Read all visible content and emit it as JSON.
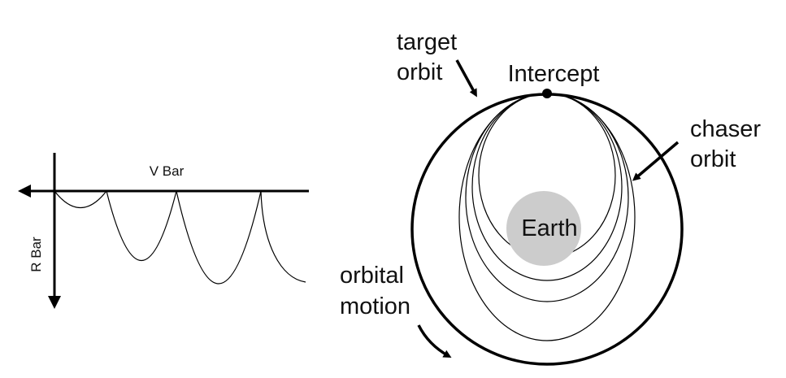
{
  "left_diagram": {
    "horizontal_axis_label": "V Bar",
    "vertical_axis_label": "R Bar"
  },
  "right_diagram": {
    "target_orbit_label": [
      "target",
      "orbit"
    ],
    "intercept_label": "Intercept",
    "chaser_orbit_label": [
      "chaser",
      "orbit"
    ],
    "earth_label": "Earth",
    "orbital_motion_label": [
      "orbital",
      "motion"
    ]
  },
  "colors": {
    "stroke": "#000000",
    "earth_fill": "#cccccc",
    "background": "#ffffff"
  }
}
